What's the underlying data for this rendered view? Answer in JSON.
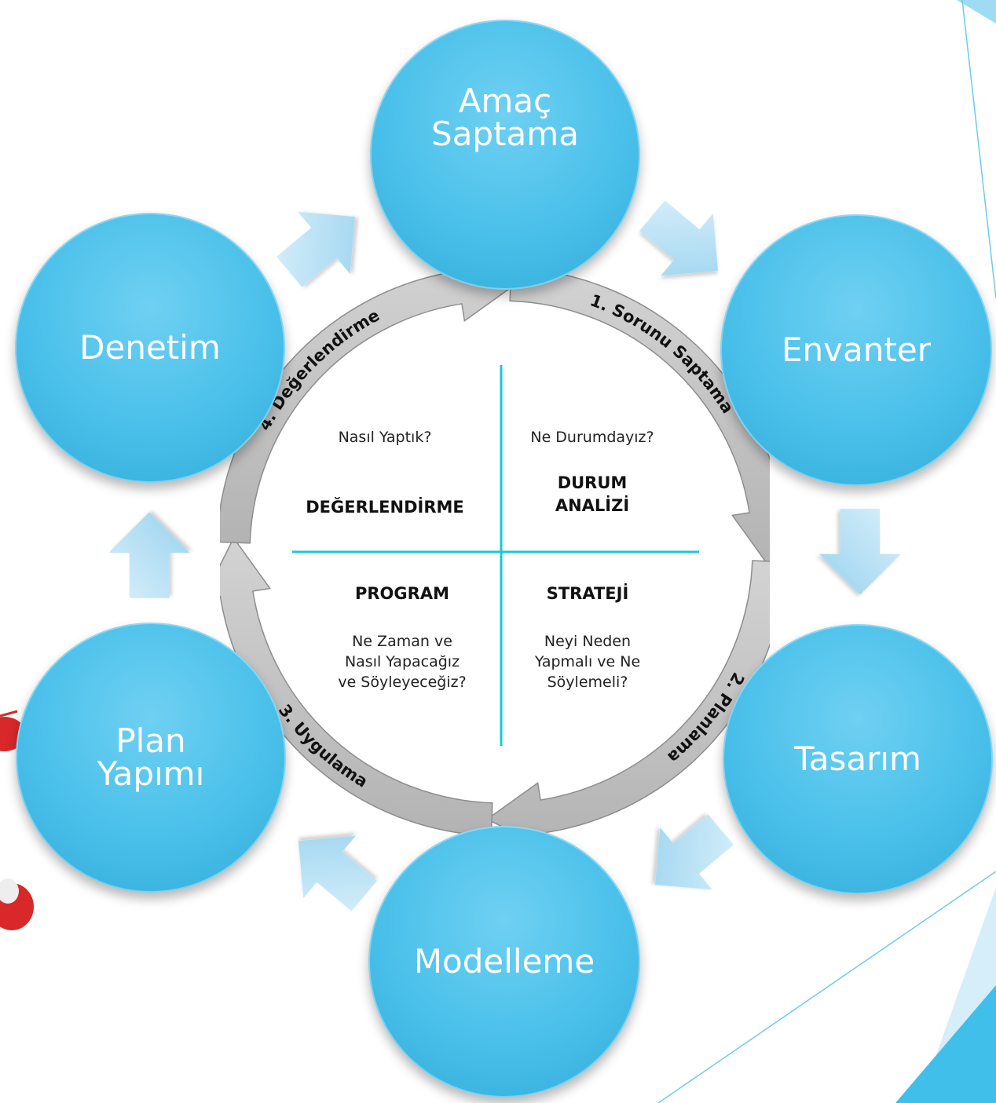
{
  "nodes": [
    {
      "id": "amac-saptama",
      "label": "Amaç\nSaptama"
    },
    {
      "id": "envanter",
      "label": "Envanter"
    },
    {
      "id": "tasarim",
      "label": "Tasarım"
    },
    {
      "id": "modelleme",
      "label": "Modelleme"
    },
    {
      "id": "plan-yapimi",
      "label": "Plan\nYapımı"
    },
    {
      "id": "denetim",
      "label": "Denetim"
    }
  ],
  "cycle": {
    "stages": [
      {
        "id": "sorunu-saptama",
        "label": "1. Sorunu Saptama"
      },
      {
        "id": "planlama",
        "label": "2. Planlama"
      },
      {
        "id": "uygulama",
        "label": "3. Uygulama"
      },
      {
        "id": "degerlendirme",
        "label": "4. Değerlendirme"
      }
    ],
    "quadrants": {
      "top_right": {
        "question": "Ne Durumdayız?",
        "heading_line1": "DURUM",
        "heading_line2": "ANALİZİ"
      },
      "top_left": {
        "question": "Nasıl Yaptık?",
        "heading": "DEĞERLENDİRME"
      },
      "bottom_right": {
        "heading": "STRATEJİ",
        "line1": "Neyi Neden",
        "line2": "Yapmalı ve Ne",
        "line3": "Söylemeli?"
      },
      "bottom_left": {
        "heading": "PROGRAM",
        "line1": "Ne Zaman ve",
        "line2": "Nasıl Yapacağız",
        "line3": "ve Söyleyeceğiz?"
      }
    }
  },
  "colors": {
    "node_fill": "#49c0ea",
    "arrow_fill": "#a9d9f0",
    "ring_fill": "#bdbdbd",
    "divider": "#17c8d8",
    "deco_line": "#6ccbee"
  }
}
